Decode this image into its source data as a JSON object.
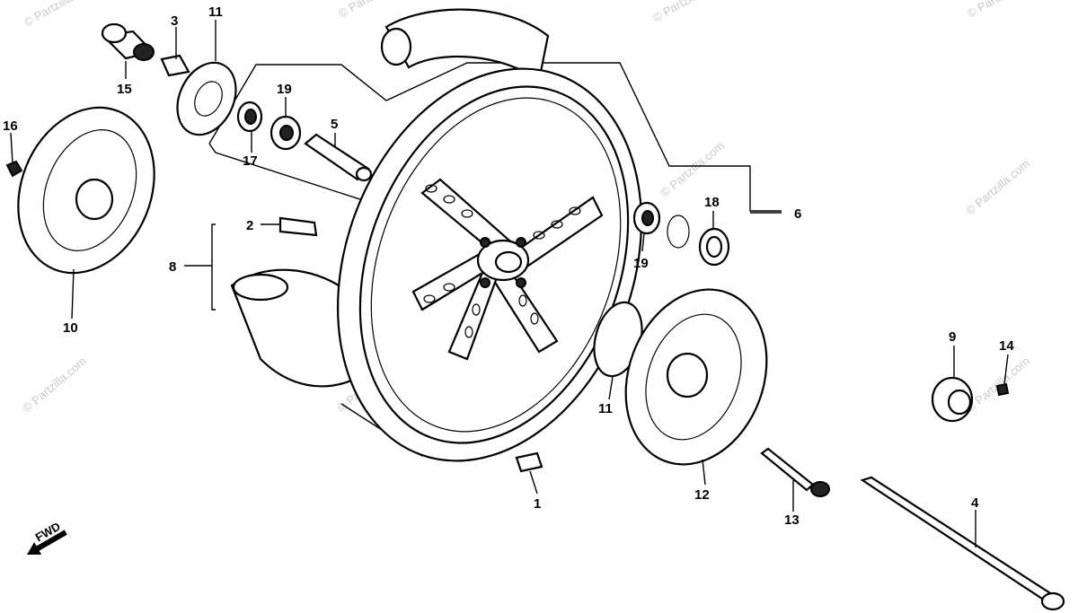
{
  "diagram": {
    "watermark_text": "© Partzilla.com",
    "direction_label": "FWD",
    "callouts": [
      "1",
      "2",
      "3",
      "4",
      "5",
      "6",
      "8",
      "9",
      "10",
      "11",
      "11",
      "12",
      "13",
      "14",
      "15",
      "16",
      "17",
      "18",
      "19",
      "19"
    ]
  }
}
